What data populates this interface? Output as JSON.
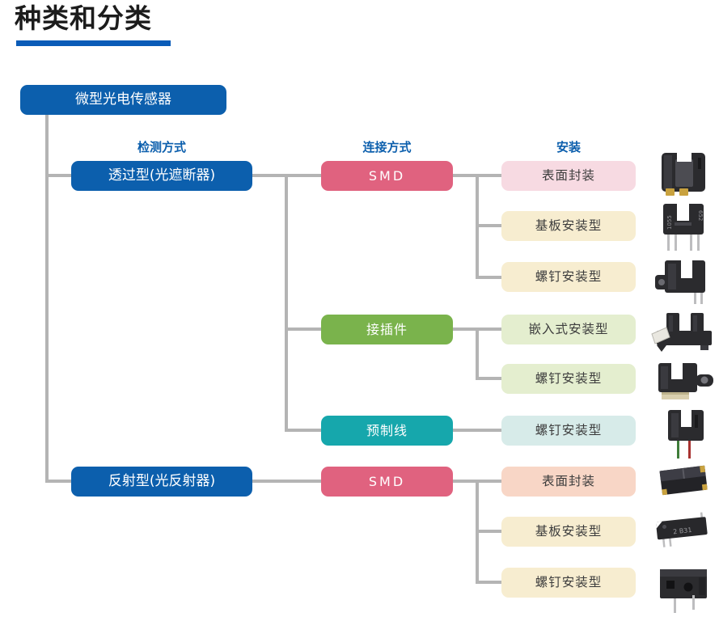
{
  "title": "种类和分类",
  "headers": {
    "detection": "检测方式",
    "connection": "连接方式",
    "mounting": "安装"
  },
  "root": {
    "label": "微型光电传感器"
  },
  "detection_nodes": [
    {
      "label": "透过型(光遮断器)"
    },
    {
      "label": "反射型(光反射器)"
    }
  ],
  "connection_nodes": [
    {
      "label": "SMD"
    },
    {
      "label": "接插件"
    },
    {
      "label": "预制线"
    },
    {
      "label": "SMD"
    }
  ],
  "mounting_nodes": [
    {
      "label": "表面封装"
    },
    {
      "label": "基板安装型"
    },
    {
      "label": "螺钉安装型"
    },
    {
      "label": "嵌入式安装型"
    },
    {
      "label": "螺钉安装型"
    },
    {
      "label": "螺钉安装型"
    },
    {
      "label": "表面封装"
    },
    {
      "label": "基板安装型"
    },
    {
      "label": "螺钉安装型"
    }
  ],
  "products": [
    {
      "name": "slot-sensor-surface-mount"
    },
    {
      "name": "slot-sensor-board-mount",
      "markings": [
        "1055",
        "652"
      ]
    },
    {
      "name": "slot-sensor-screw-mount"
    },
    {
      "name": "slot-sensor-snap-in-connector"
    },
    {
      "name": "slot-sensor-screw-connector"
    },
    {
      "name": "slot-sensor-prewired"
    },
    {
      "name": "reflective-sensor-surface-mount"
    },
    {
      "name": "reflective-sensor-board-mount",
      "marking": "2 B31"
    },
    {
      "name": "reflective-sensor-screw-mount"
    }
  ],
  "colors": {
    "primary_blue": "#0c5fad",
    "underline_blue": "#0a5cb8",
    "smd_pink": "#e0627f",
    "connector_green": "#7ab34c",
    "prewired_teal": "#16a7ac",
    "light_pink": "#f7dae2",
    "cream": "#f7edd0",
    "light_green": "#e4eecf",
    "light_teal": "#d7ebe9",
    "salmon": "#f8d6c6",
    "line_gray": "#b4b4b4"
  }
}
